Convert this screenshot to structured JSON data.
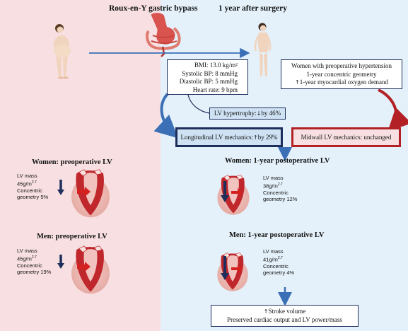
{
  "header": {
    "left_title": "Roux-en-Y gastric bypass",
    "right_title": "1 year after surgery"
  },
  "changes_box": {
    "bmi": "BMI:  13.0 kg/m²",
    "sbp": "Systolic BP:  8 mmHg",
    "dbp": "Diastolic BP:  5 mmHg",
    "hr": "Heart rate:  9 bpm"
  },
  "htn_box": {
    "line1": "Women with preoperative hypertension",
    "line2": "1-year concentric geometry",
    "line3": "1-year myocardial oxygen demand"
  },
  "lvh_box": {
    "prefix": "LV hypertrophy:",
    "suffix": "by 46%"
  },
  "long_box": {
    "prefix": "Longitudinal LV mechanics:",
    "suffix": "by 29%"
  },
  "mid_box": {
    "text": "Midwall LV mechanics: unchanged"
  },
  "women_pre": {
    "title": "Women: preoperative LV",
    "mass": "LV mass",
    "mass_value": "45g/m",
    "mass_exp": "2.7",
    "geom1": "Concentric",
    "geom2": "geometry 5%"
  },
  "women_post": {
    "title": "Women: 1-year postoperative LV",
    "mass": "LV mass",
    "mass_value": "38g/m",
    "mass_exp": "2.7",
    "geom1": "Concentric",
    "geom2": "geometry 12%"
  },
  "men_pre": {
    "title": "Men: preoperative LV",
    "mass": "LV mass",
    "mass_value": "45g/m",
    "mass_exp": "2.7",
    "geom1": "Concentric",
    "geom2": "geometry 19%"
  },
  "men_post": {
    "title": "Men: 1-year postoperative LV",
    "mass": "LV mass",
    "mass_value": "41g/m",
    "mass_exp": "2.7",
    "geom1": "Concentric",
    "geom2": "geometry 4%"
  },
  "stroke_box": {
    "line1": "Stroke volume",
    "line2": "Preserved cardiac output and LV power/mass"
  },
  "colors": {
    "left_panel": "#f8e0e2",
    "right_panel": "#e4f1fa",
    "arrow_blue": "#3b6fb6",
    "dark_navy": "#1f2f5c",
    "box_red": "#b32025",
    "box_light_blue": "#cfe2f3",
    "heart_red": "#c0272d"
  }
}
